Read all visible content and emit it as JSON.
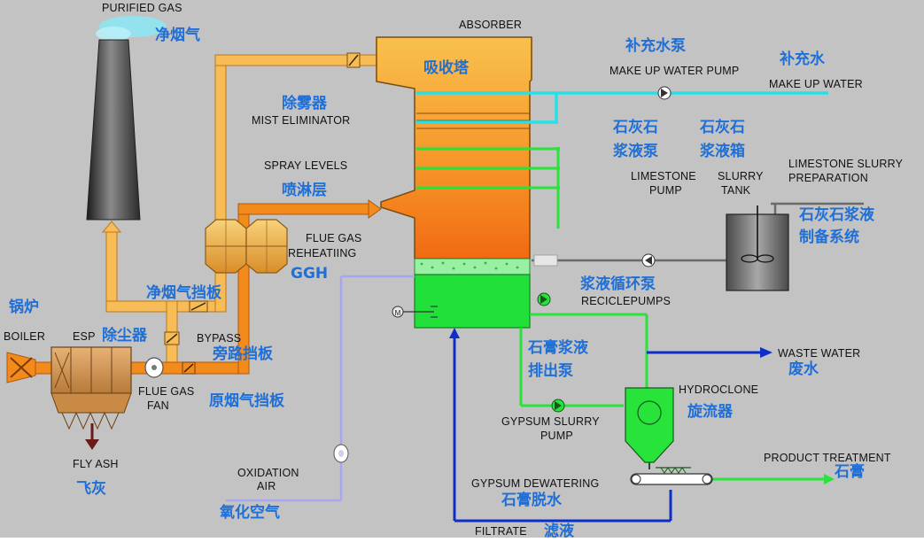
{
  "labels": {
    "purified_gas_en": "PURIFIED GAS",
    "purified_gas_cn": "净烟气",
    "absorber_en": "ABSORBER",
    "absorber_cn": "吸收塔",
    "makeup_pump_cn": "补充水泵",
    "makeup_pump_en": "MAKE UP WATER PUMP",
    "makeup_water_cn": "补充水",
    "makeup_water_en": "MAKE UP WATER",
    "mist_eliminator_cn": "除雾器",
    "mist_eliminator_en": "MIST ELIMINATOR",
    "limestone_pump_cn_1": "石灰石",
    "limestone_pump_cn_2": "浆液泵",
    "limestone_tank_cn_1": "石灰石",
    "limestone_tank_cn_2": "浆液箱",
    "limestone_pump_en_1": "LIMESTONE",
    "limestone_pump_en_2": "PUMP",
    "slurry_tank_en_1": "SLURRY",
    "slurry_tank_en_2": "TANK",
    "limestone_prep_en_1": "LIMESTONE SLURRY",
    "limestone_prep_en_2": "PREPARATION",
    "limestone_prep_cn_1": "石灰石浆液",
    "limestone_prep_cn_2": "制备系统",
    "spray_levels_en": "SPRAY LEVELS",
    "spray_levels_cn": "喷淋层",
    "flue_gas_reheating_en_1": "FLUE GAS",
    "flue_gas_reheating_en_2": "REHEATIING",
    "ggh_cn": "GGH",
    "recycle_pump_cn": "浆液循环泵",
    "recycle_pump_en": "RECICLEPUMPS",
    "clean_damper_cn": "净烟气挡板",
    "boiler_cn": "锅炉",
    "boiler_en": "BOILER",
    "esp_en": "ESP",
    "esp_cn": "除尘器",
    "bypass_en": "BYPASS",
    "bypass_damper_cn": "旁路挡板",
    "flue_gas_fan_en_1": "FLUE GAS",
    "flue_gas_fan_en_2": "FAN",
    "raw_damper_cn": "原烟气挡板",
    "gypsum_pump_cn_1": "石膏浆液",
    "gypsum_pump_cn_2": "排出泵",
    "waste_water_en": "WASTE WATER",
    "waste_water_cn": "废水",
    "hydroclone_en": "HYDROCLONE",
    "hydroclone_cn": "旋流器",
    "gypsum_pump_en_1": "GYPSUM SLURRY",
    "gypsum_pump_en_2": "PUMP",
    "product_treatment_en": "PRODUCT TREATMENT",
    "gypsum_cn": "石膏",
    "fly_ash_en": "FLY ASH",
    "fly_ash_cn": "飞灰",
    "oxidation_air_en_1": "OXIDATION",
    "oxidation_air_en_2": "AIR",
    "oxidation_air_cn": "氧化空气",
    "gypsum_dewatering_en": "GYPSUM DEWATERING",
    "gypsum_dewatering_cn": "石膏脱水",
    "filtrate_en": "FILTRATE",
    "filtrate_cn": "滤液",
    "motor_symbol": "M"
  },
  "colors": {
    "background": "#c3c3c3",
    "clean_gas": "#f7bc56",
    "raw_gas": "#f28a1c",
    "slurry": "#27e33a",
    "water": "#24e1e8",
    "filtrate": "#0d2fc8",
    "air": "#a7a7ef",
    "label_blue": "#1f6fd6"
  }
}
